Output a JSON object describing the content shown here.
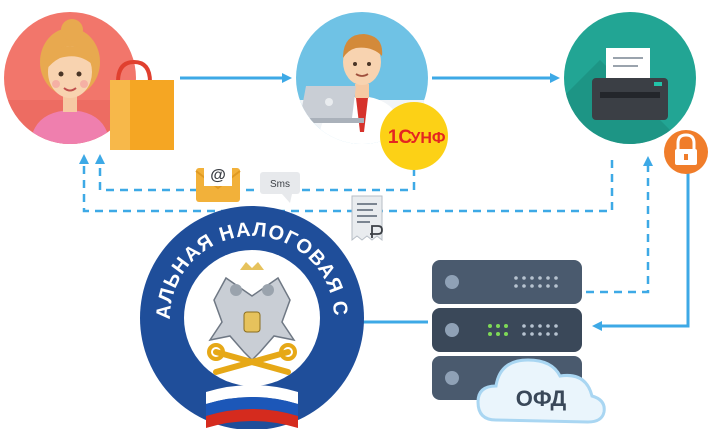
{
  "palette": {
    "arrow": "#3da9e6",
    "customer_circle": "#f2766b",
    "seller_circle": "#6fc2e5",
    "printer_circle": "#22a594",
    "lock_circle": "#f07d2a",
    "server": "#3e4f63",
    "cloud": "#eaf5fc",
    "fns_blue": "#1f4e9a",
    "logo_red": "#e42521",
    "logo_yellow": "#fcd116"
  },
  "icons": {
    "customer": "woman-with-shopping-bag-icon",
    "seller": "cashier-with-laptop-icon",
    "printer": "receipt-printer-icon",
    "lock": "lock-icon",
    "email": "email-envelope-icon",
    "sms": "sms-bubble-icon",
    "receipt": "paper-receipt-icon",
    "server": "server-rack-icon",
    "cloud": "cloud-icon",
    "emblem": "tax-service-emblem-icon"
  },
  "labels": {
    "logo_1c": "1С",
    "logo_unf": "УНФ",
    "email_symbol": "@",
    "sms": "Sms",
    "ofd": "ОФД",
    "fns_ring": "ФЕДЕРАЛЬНАЯ НАЛОГОВАЯ СЛУЖБА"
  }
}
